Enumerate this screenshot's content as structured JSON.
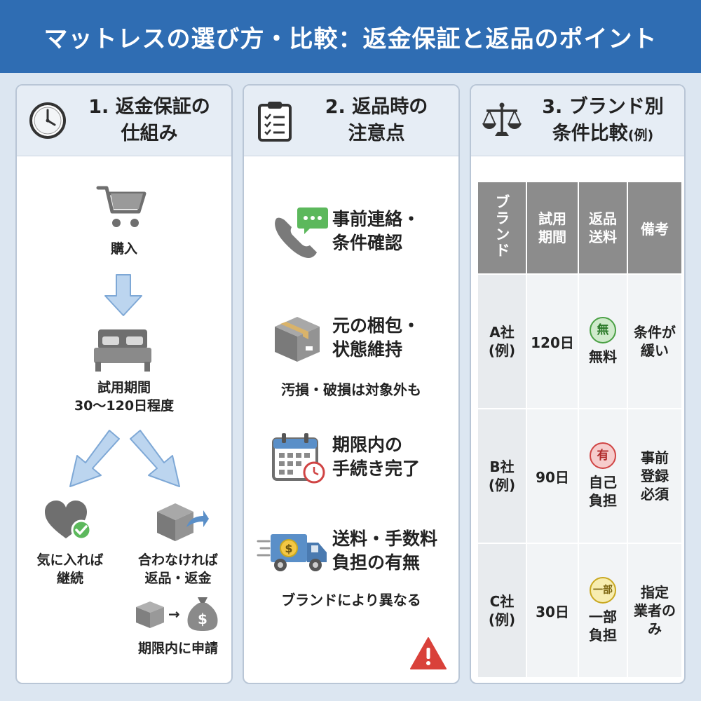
{
  "title": "マットレスの選び方・比較：返金保証と返品のポイント",
  "panel1": {
    "title_l1": "1. 返金保証の",
    "title_l2": "仕組み",
    "icons": [
      "clock-icon",
      "cart-icon",
      "bed-icon",
      "heart-check-icon",
      "box-return-icon",
      "money-bag-icon"
    ],
    "purchase": "購入",
    "trial_l1": "試用期間",
    "trial_l2": "30〜120日程度",
    "keep_l1": "気に入れば",
    "keep_l2": "継続",
    "return_l1": "合わなければ",
    "return_l2": "返品・返金",
    "apply": "期限内に申請"
  },
  "panel2": {
    "title_l1": "2. 返品時の",
    "title_l2": "注意点",
    "items": [
      {
        "icon": "phone-chat-icon",
        "l1": "事前連絡・",
        "l2": "条件確認",
        "sub": ""
      },
      {
        "icon": "package-icon",
        "l1": "元の梱包・",
        "l2": "状態維持",
        "sub": "汚損・破損は対象外も"
      },
      {
        "icon": "calendar-clock-icon",
        "l1": "期限内の",
        "l2": "手続き完了",
        "sub": ""
      },
      {
        "icon": "delivery-truck-icon",
        "l1": "送料・手数料",
        "l2": "負担の有無",
        "sub": "ブランドにより異なる"
      }
    ],
    "warning_icon": "warning-icon"
  },
  "panel3": {
    "title_l1": "3. ブランド別",
    "title_l2": "条件比較",
    "title_small": "(例)",
    "headers": {
      "brand": "ブランド",
      "trial_l1": "試用",
      "trial_l2": "期間",
      "fee_l1": "返品",
      "fee_l2": "送料",
      "note": "備考"
    },
    "rows": [
      {
        "brand_l1": "A社",
        "brand_l2": "(例)",
        "trial": "120日",
        "badge": "無",
        "fee_l1": "無料",
        "fee_l2": "",
        "note_l1": "条件が",
        "note_l2": "緩い",
        "note_l3": ""
      },
      {
        "brand_l1": "B社",
        "brand_l2": "(例)",
        "trial": "90日",
        "badge": "有",
        "fee_l1": "自己",
        "fee_l2": "負担",
        "note_l1": "事前",
        "note_l2": "登録",
        "note_l3": "必須"
      },
      {
        "brand_l1": "C社",
        "brand_l2": "(例)",
        "trial": "30日",
        "badge": "一部",
        "fee_l1": "一部",
        "fee_l2": "負担",
        "note_l1": "指定",
        "note_l2": "業者の",
        "note_l3": "み"
      }
    ]
  },
  "colors": {
    "header_bg": "#2f6db3",
    "page_bg": "#dce6f1",
    "arrow": "#bcd5ef",
    "table_header": "#8c8c8c",
    "badge_green": "#4aa044",
    "badge_red": "#d04444",
    "badge_yellow": "#c9a820",
    "warning": "#d9413a"
  }
}
